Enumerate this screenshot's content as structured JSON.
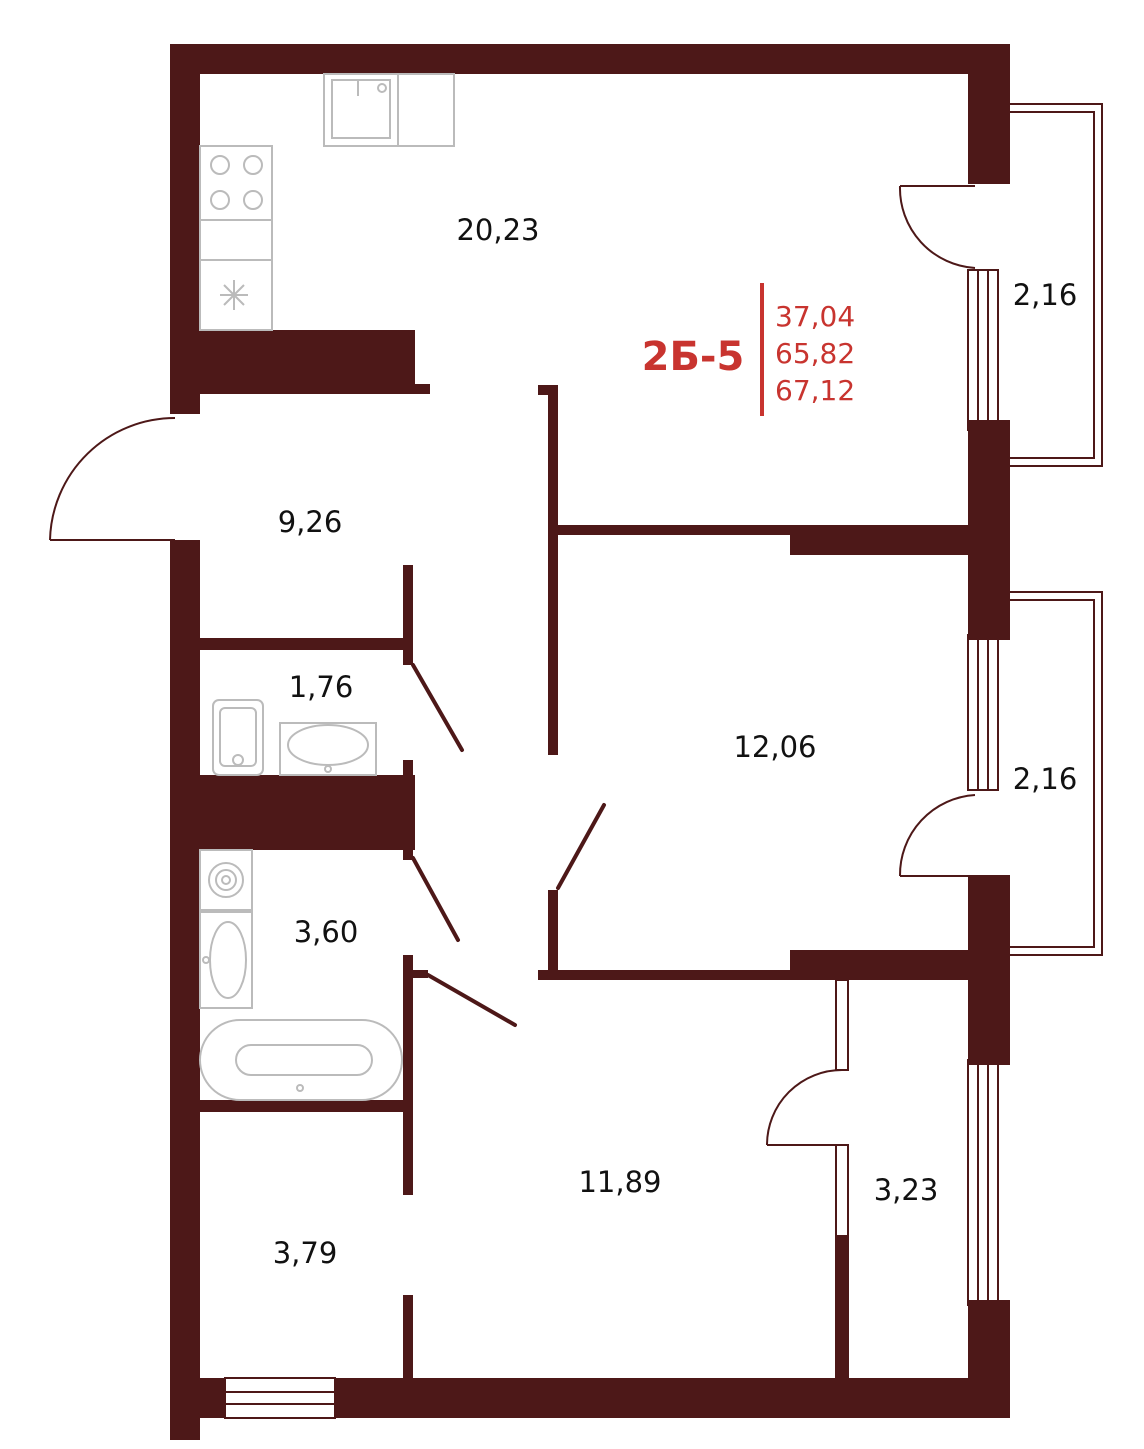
{
  "apartment": {
    "code": "2Б-5",
    "areas": [
      "37,04",
      "65,82",
      "67,12"
    ]
  },
  "rooms": {
    "kitchen_living": "20,23",
    "balcony_top": "2,16",
    "hall": "9,26",
    "wc": "1,76",
    "bedroom": "12,06",
    "balcony_bottom": "2,16",
    "bathroom": "3,60",
    "storage": "3,79",
    "corridor": "11,89",
    "wardrobe": "3,23"
  },
  "colors": {
    "wall": "#4d1818",
    "accent": "#c8342f",
    "fixture": "#bbbbbb",
    "label": "#111111"
  }
}
